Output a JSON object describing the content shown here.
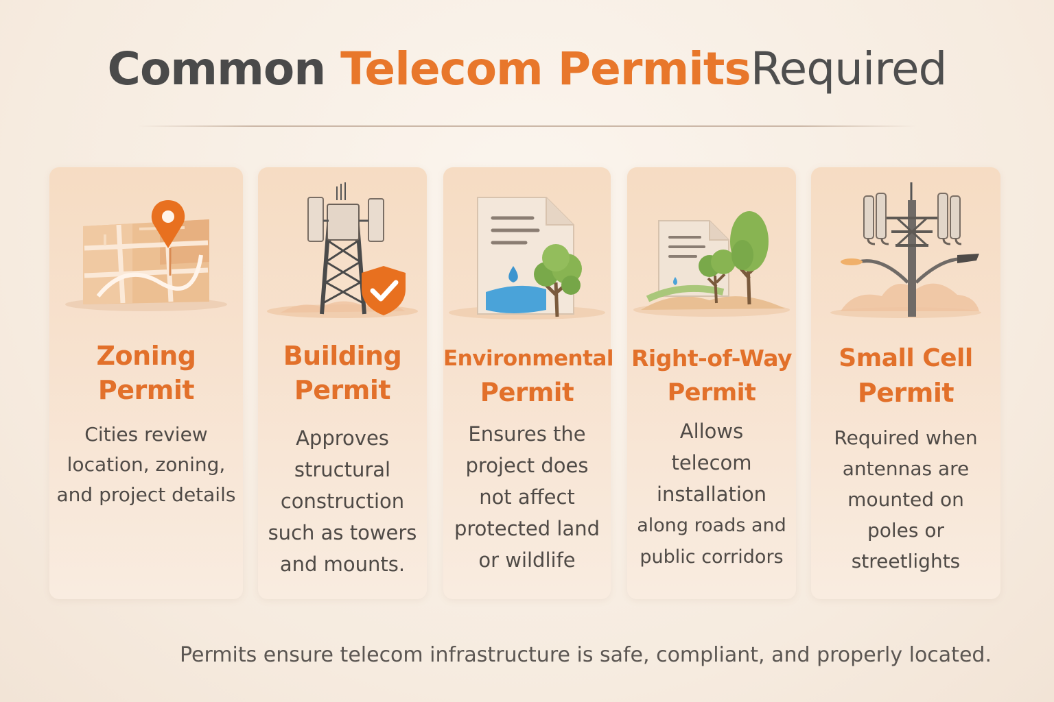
{
  "header": {
    "title_part1": "Common",
    "title_part2": "Telecom Permits",
    "title_part3": "Required"
  },
  "cards": [
    {
      "title_line1": "Zoning",
      "title_line2": "Permit",
      "desc_lines": [
        "Cities review",
        "location, zoning,",
        "and project details"
      ],
      "icon": "map-pin-icon"
    },
    {
      "title_line1": "Building",
      "title_line2": "Permit",
      "desc_lines": [
        "Approves",
        "structural",
        "construction",
        "such as towers",
        "and mounts."
      ],
      "icon": "tower-shield-icon"
    },
    {
      "title_line1": "Environmental",
      "title_line2": "Permit",
      "desc_lines": [
        "Ensures the",
        "project does",
        "not affect",
        "protected land",
        "or wildlife"
      ],
      "icon": "document-tree-icon"
    },
    {
      "title_line1": "Right-of-Way",
      "title_line2": "Permit",
      "desc_lines": [
        "Allows",
        "telecom",
        "installation",
        "along roads and",
        "public corridors"
      ],
      "icon": "document-landscape-icon"
    },
    {
      "title_line1": "Small Cell",
      "title_line2": "Permit",
      "desc_lines": [
        "Required when",
        "antennas are",
        "mounted on",
        "poles or",
        "streetlights"
      ],
      "icon": "small-cell-pole-icon"
    }
  ],
  "footer": {
    "text": "Permits ensure telecom infrastructure is safe, compliant, and properly located."
  },
  "colors": {
    "accent": "#e8772b",
    "heading": "#4a4a4a",
    "body_text": "#4f4a46",
    "card_bg": "#f6dcc3"
  }
}
